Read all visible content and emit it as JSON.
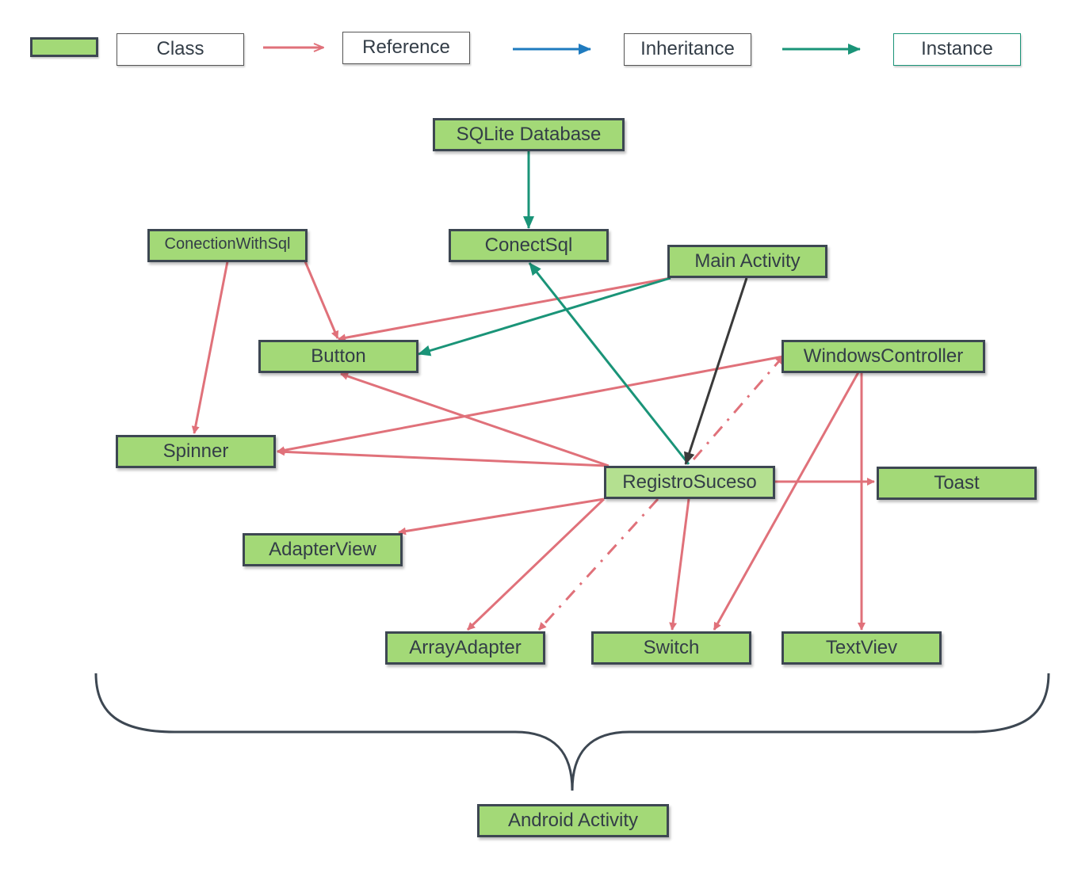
{
  "legend": {
    "class_label": "Class",
    "reference_label": "Reference",
    "inheritance_label": "Inheritance",
    "instance_label": "Instance"
  },
  "colors": {
    "node_fill": "#a3d977",
    "node_border": "#3d4752",
    "reference": "#e0717a",
    "inheritance": "#1f7bbf",
    "instance": "#1a9478",
    "dark_link": "#3a3a3a",
    "brace": "#3d4752"
  },
  "nodes": {
    "sqlite_database": "SQLite Database",
    "conectsql": "ConectSql",
    "conection_with_sql": "ConectionWithSql",
    "main_activity": "Main Activity",
    "button": "Button",
    "windows_controller": "WindowsController",
    "spinner": "Spinner",
    "registro_suceso": "RegistroSuceso",
    "toast": "Toast",
    "adapter_view": "AdapterView",
    "array_adapter": "ArrayAdapter",
    "switch": "Switch",
    "text_viev": "TextViev",
    "android_activity": "Android Activity"
  },
  "edges": [
    {
      "from": "SQLite Database",
      "to": "ConectSql",
      "kind": "instance"
    },
    {
      "from": "RegistroSuceso",
      "to": "ConectSql",
      "kind": "instance"
    },
    {
      "from": "Main Activity",
      "to": "Button",
      "kind": "instance"
    },
    {
      "from": "Main Activity",
      "to": "Button",
      "kind": "reference"
    },
    {
      "from": "Main Activity",
      "to": "RegistroSuceso",
      "kind": "dark"
    },
    {
      "from": "ConectionWithSql",
      "to": "Button",
      "kind": "reference"
    },
    {
      "from": "ConectionWithSql",
      "to": "Spinner",
      "kind": "reference"
    },
    {
      "from": "RegistroSuceso",
      "to": "Button",
      "kind": "reference"
    },
    {
      "from": "RegistroSuceso",
      "to": "Spinner",
      "kind": "reference"
    },
    {
      "from": "WindowsController",
      "to": "Spinner",
      "kind": "reference"
    },
    {
      "from": "RegistroSuceso",
      "to": "Toast",
      "kind": "reference"
    },
    {
      "from": "RegistroSuceso",
      "to": "AdapterView",
      "kind": "reference"
    },
    {
      "from": "RegistroSuceso",
      "to": "ArrayAdapter",
      "kind": "reference"
    },
    {
      "from": "RegistroSuceso",
      "to": "Switch",
      "kind": "reference"
    },
    {
      "from": "WindowsController",
      "to": "Switch",
      "kind": "reference"
    },
    {
      "from": "WindowsController",
      "to": "TextViev",
      "kind": "reference"
    },
    {
      "from": "RegistroSuceso",
      "to": "WindowsController",
      "kind": "reference-dashdot"
    },
    {
      "from": "RegistroSuceso",
      "to": "ArrayAdapter",
      "kind": "reference-dashdot"
    }
  ]
}
